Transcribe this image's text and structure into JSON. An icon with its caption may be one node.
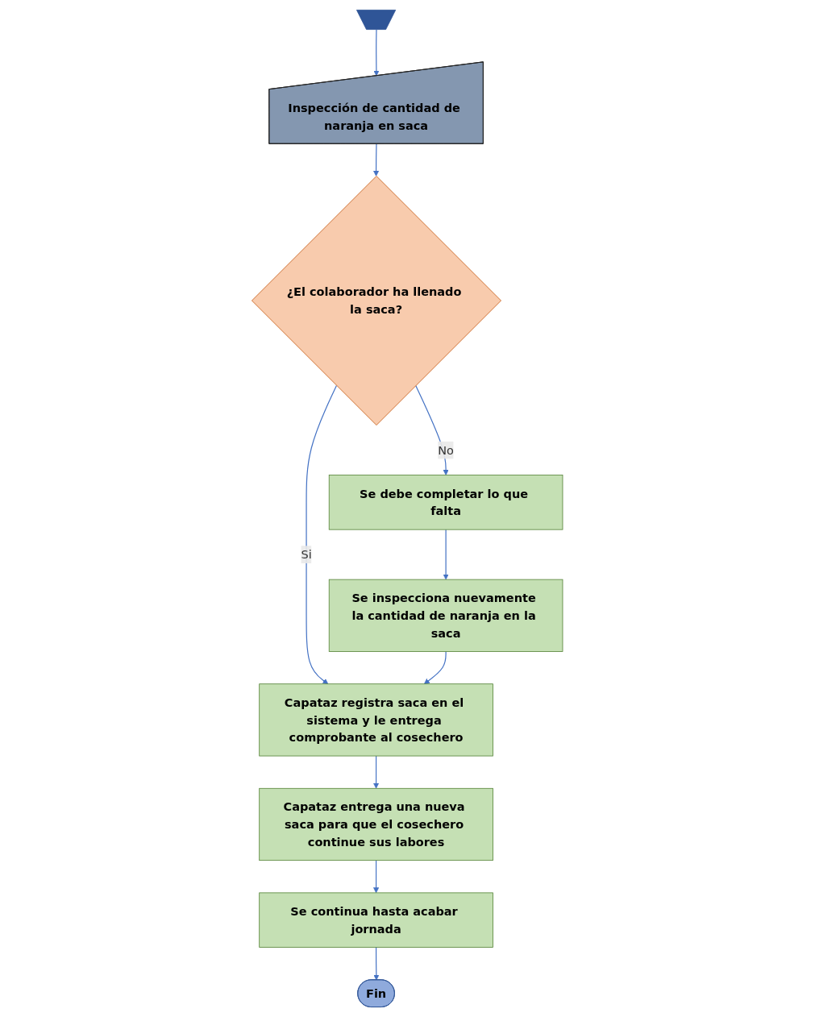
{
  "diagram": {
    "nodes": [
      {
        "text": [],
        "shape": "pentagon"
      },
      {
        "text": [
          "Inspección de cantidad de naranja en saca"
        ]
      },
      {
        "text": [
          "¿El colaborador ha llenado la saca?"
        ]
      },
      {
        "text": [
          "Se debe completar lo que falta"
        ]
      },
      {
        "text": [
          "Se inspecciona nuevamente la cantidad de naranja en la saca"
        ]
      },
      {
        "text": [
          "Capataz registra saca en el sistema y le entrega comprobante al cosechero"
        ]
      },
      {
        "text": [
          "Capataz entrega una nueva saca para que el cosechero continue sus labores"
        ]
      },
      {
        "text": [
          "Se continua hasta acabar jornada"
        ]
      },
      {
        "text": [
          "Fin"
        ]
      }
    ],
    "edges": [
      {
        "from": 0,
        "to": 1,
        "arrow": "to"
      },
      {
        "from": 1,
        "to": 2,
        "arrow": "to"
      },
      {
        "from": 2,
        "to": 3,
        "arrow": "to",
        "label": "No"
      },
      {
        "from": 3,
        "to": 4,
        "arrow": "to"
      },
      {
        "from": 2,
        "to": 5,
        "arrow": "to",
        "label": "Si"
      },
      {
        "from": 4,
        "to": 5,
        "arrow": "to"
      },
      {
        "from": 5,
        "to": 6,
        "arrow": "to"
      },
      {
        "from": 6,
        "to": 7,
        "arrow": "to"
      },
      {
        "from": 7,
        "to": 8,
        "arrow": "to"
      }
    ]
  }
}
